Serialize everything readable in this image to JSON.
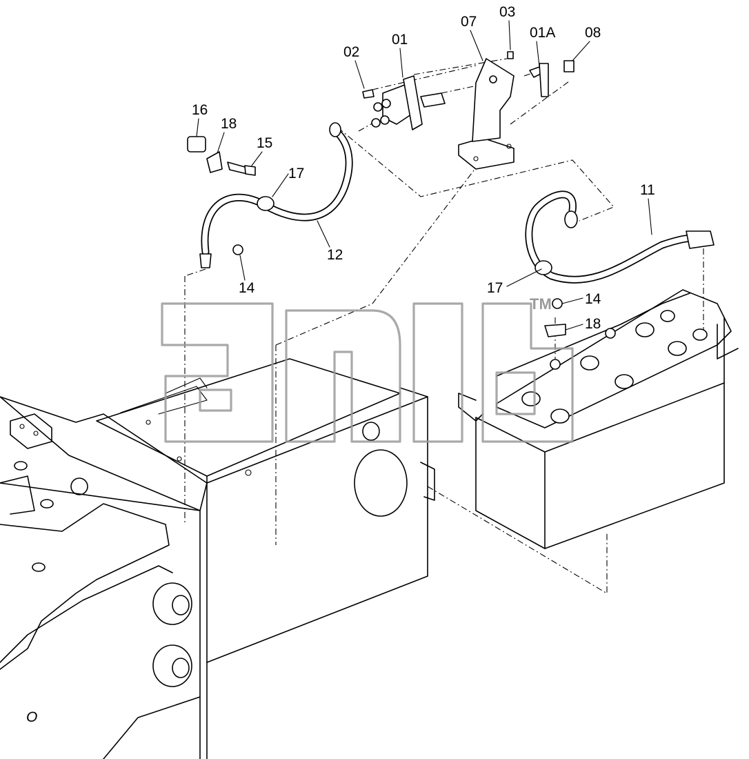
{
  "diagram": {
    "parts": [
      {
        "id": "label-01",
        "text": "01"
      },
      {
        "id": "label-01a",
        "text": "01A"
      },
      {
        "id": "label-02",
        "text": "02"
      },
      {
        "id": "label-03",
        "text": "03"
      },
      {
        "id": "label-07",
        "text": "07"
      },
      {
        "id": "label-08",
        "text": "08"
      },
      {
        "id": "label-11",
        "text": "11"
      },
      {
        "id": "label-12",
        "text": "12"
      },
      {
        "id": "label-14-a",
        "text": "14"
      },
      {
        "id": "label-14-b",
        "text": "14"
      },
      {
        "id": "label-15",
        "text": "15"
      },
      {
        "id": "label-16",
        "text": "16"
      },
      {
        "id": "label-17-a",
        "text": "17"
      },
      {
        "id": "label-17-b",
        "text": "17"
      },
      {
        "id": "label-18-a",
        "text": "18"
      },
      {
        "id": "label-18-b",
        "text": "18"
      }
    ],
    "watermark": {
      "text": "anda",
      "trademark": "TM",
      "color": "#9a9a9a"
    },
    "line_color": "#000000",
    "background": "#ffffff"
  }
}
